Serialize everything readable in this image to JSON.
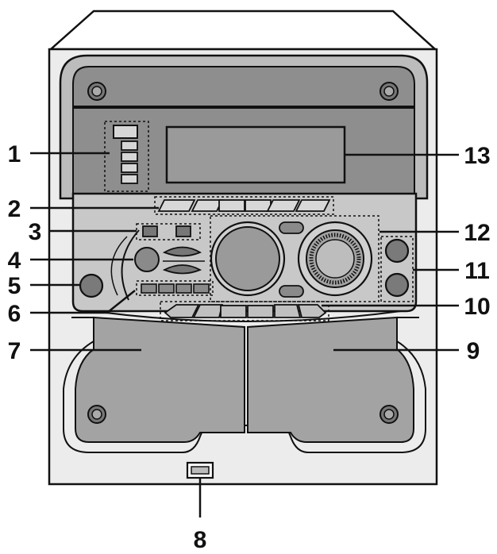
{
  "colors": {
    "outline": "#111111",
    "cabinet_light": "#e9e9e9",
    "panel_mid": "#c4c4c4",
    "panel_dark": "#8d8d8d",
    "button_dark": "#6a6a6a",
    "background": "#ffffff"
  },
  "callouts": [
    {
      "number": "1",
      "part": "left-top-button-column"
    },
    {
      "number": "2",
      "part": "upper-function-button-row"
    },
    {
      "number": "3",
      "part": "small-button-pair"
    },
    {
      "number": "4",
      "part": "round-button-and-pill-buttons"
    },
    {
      "number": "5",
      "part": "left-round-knob"
    },
    {
      "number": "6",
      "part": "lower-small-button-row"
    },
    {
      "number": "7",
      "part": "left-tray-door"
    },
    {
      "number": "8",
      "part": "bottom-connector"
    },
    {
      "number": "9",
      "part": "right-tray-door"
    },
    {
      "number": "10",
      "part": "lower-function-button-row"
    },
    {
      "number": "11",
      "part": "right-round-buttons"
    },
    {
      "number": "12",
      "part": "jog-and-volume-dials"
    },
    {
      "number": "13",
      "part": "display-window"
    }
  ]
}
